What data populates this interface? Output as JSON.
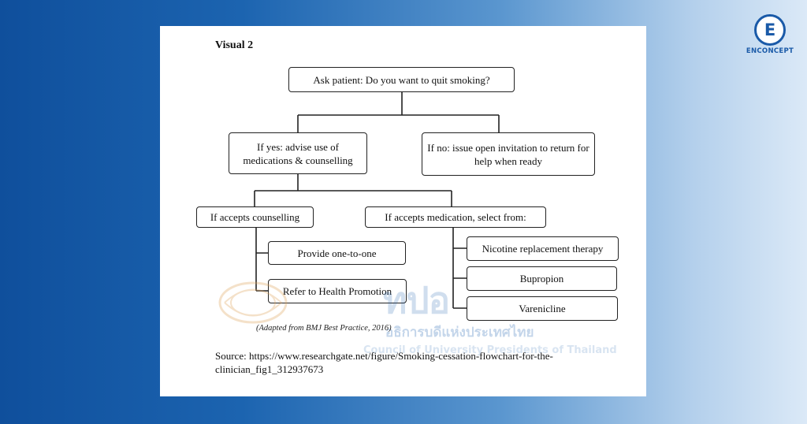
{
  "brand": {
    "name": "ENCONCEPT",
    "letter": "E"
  },
  "visual": {
    "title": "Visual 2",
    "nodes": {
      "root": "Ask patient:  Do you want to quit smoking?",
      "yes": "If yes: advise use of medications & counselling",
      "no": "If no: issue open invitation to return for help when ready",
      "accepts_counselling": "If accepts counselling",
      "accepts_medication": "If accepts medication, select from:",
      "one_to_one": "Provide one-to-one",
      "health_promotion": "Refer to Health Promotion",
      "nrt": "Nicotine replacement therapy",
      "bupropion": "Bupropion",
      "varenicline": "Varenicline"
    },
    "edges": [
      [
        "root",
        "yes"
      ],
      [
        "root",
        "no"
      ],
      [
        "yes",
        "accepts_counselling"
      ],
      [
        "yes",
        "accepts_medication"
      ],
      [
        "accepts_counselling",
        "one_to_one"
      ],
      [
        "accepts_counselling",
        "health_promotion"
      ],
      [
        "accepts_medication",
        "nrt"
      ],
      [
        "accepts_medication",
        "bupropion"
      ],
      [
        "accepts_medication",
        "varenicline"
      ]
    ],
    "attribution": "(Adapted from BMJ Best Practice, 2016)",
    "source": "Source: https://www.researchgate.net/figure/Smoking-cessation-flowchart-for-the-clinician_fig1_312937673"
  },
  "watermark": {
    "acronym": "ทปอ",
    "thai_name": "อธิการบดีแห่งประเทศไทย",
    "english_name": "Council of University Presidents of Thailand"
  }
}
